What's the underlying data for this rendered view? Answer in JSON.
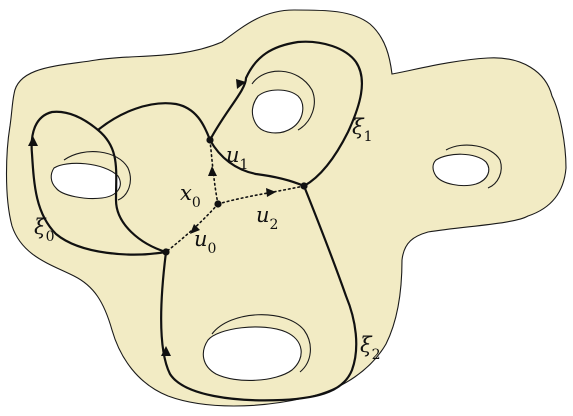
{
  "labels": {
    "xi0": {
      "base": "ξ",
      "sub": "0"
    },
    "xi1": {
      "base": "ξ",
      "sub": "1"
    },
    "xi2": {
      "base": "ξ",
      "sub": "2"
    },
    "u0": {
      "base": "u",
      "sub": "0"
    },
    "u1": {
      "base": "u",
      "sub": "1"
    },
    "u2": {
      "base": "u",
      "sub": "2"
    },
    "x0": {
      "base": "x",
      "sub": "0"
    }
  },
  "colors": {
    "surface": "#f2ebc4",
    "stroke": "#111111",
    "hole": "#ffffff"
  }
}
